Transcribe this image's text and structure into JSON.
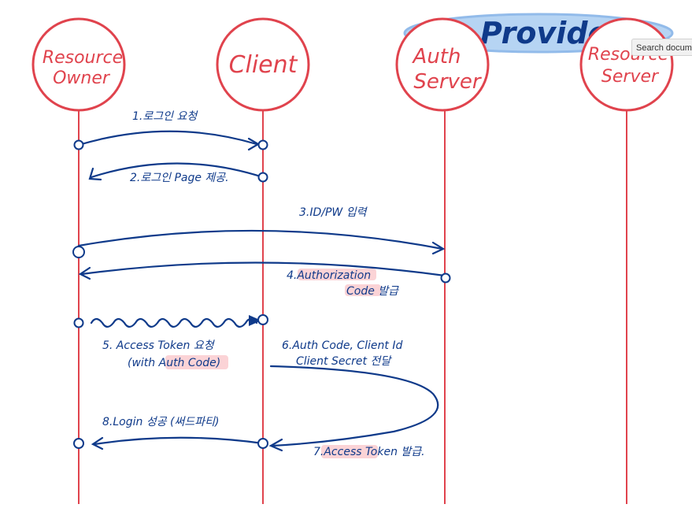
{
  "provider_label": "Provider",
  "tooltip": "Search docum",
  "actors": [
    {
      "line1": "Resource",
      "line2": "Owner"
    },
    {
      "line1": "Client",
      "line2": ""
    },
    {
      "line1": "Auth",
      "line2": "Server"
    },
    {
      "line1": "Resource",
      "line2": "Server"
    }
  ],
  "steps": {
    "s1": "1.로그인 요청",
    "s2": "2.로그인 Page 제공.",
    "s3": "3.ID/PW 입력",
    "s4a": "4.Authorization",
    "s4b": "Code 발급",
    "s5a": "5. Access Token 요청",
    "s5b": "(with Auth Code)",
    "s6a": "6.Auth Code, Client Id",
    "s6b": "Client Secret 전달",
    "s7": "7.Access Token 발급.",
    "s8": "8.Login 성공 (써드파티)"
  },
  "colors": {
    "actor": "#e0434d",
    "arrow": "#0f3a8a",
    "provider_fill": "#9ec6f0",
    "highlight": "#fbd3d6"
  }
}
